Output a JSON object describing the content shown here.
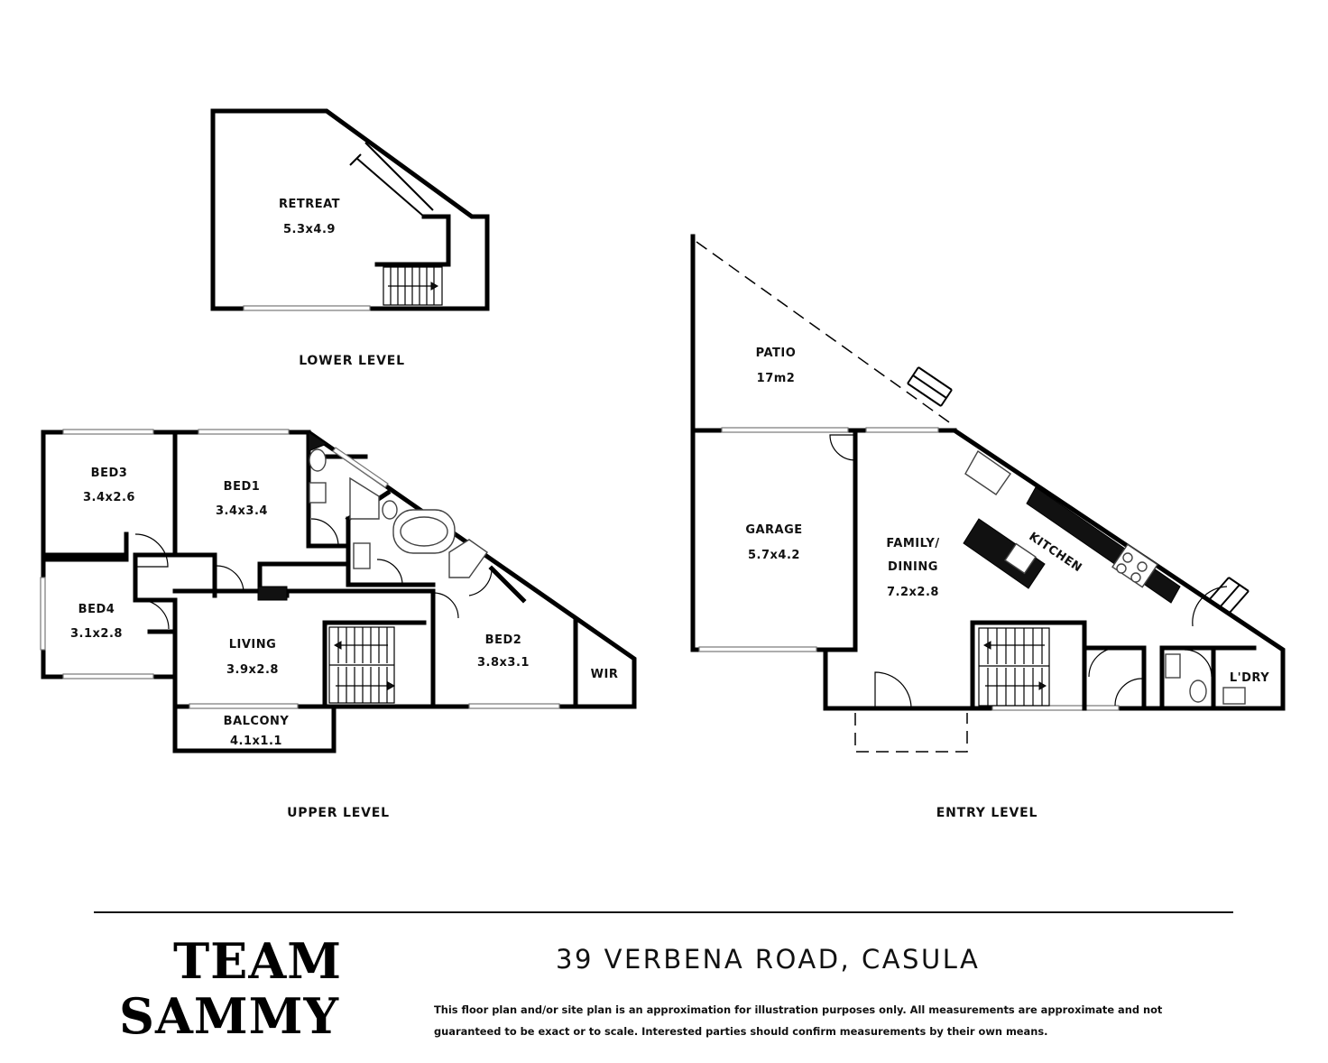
{
  "levels": {
    "lower": {
      "label": "LOWER LEVEL",
      "rooms": [
        {
          "name": "RETREAT",
          "size": "5.3x4.9"
        }
      ]
    },
    "upper": {
      "label": "UPPER LEVEL",
      "rooms": [
        {
          "name": "BED3",
          "size": "3.4x2.6"
        },
        {
          "name": "BED1",
          "size": "3.4x3.4"
        },
        {
          "name": "BED4",
          "size": "3.1x2.8"
        },
        {
          "name": "LIVING",
          "size": "3.9x2.8"
        },
        {
          "name": "BED2",
          "size": "3.8x3.1"
        },
        {
          "name": "WIR",
          "size": ""
        },
        {
          "name": "BALCONY",
          "size": "4.1x1.1"
        }
      ]
    },
    "entry": {
      "label": "ENTRY LEVEL",
      "rooms": [
        {
          "name": "PATIO",
          "size": "17m2"
        },
        {
          "name": "GARAGE",
          "size": "5.7x4.2"
        },
        {
          "name": "FAMILY/",
          "name2": "DINING",
          "size": "7.2x2.8"
        },
        {
          "name": "KITCHEN",
          "size": ""
        },
        {
          "name": "L'DRY",
          "size": ""
        }
      ]
    }
  },
  "footer": {
    "brand_line1": "TEAM",
    "brand_line2": "SAMMY",
    "address": "39 VERBENA ROAD, CASULA",
    "disclaimer": "This floor plan and/or site plan is an approximation for illustration purposes only. All measurements are approximate and not guaranteed to be exact or to scale. Interested parties should confirm measurements by their own means."
  }
}
